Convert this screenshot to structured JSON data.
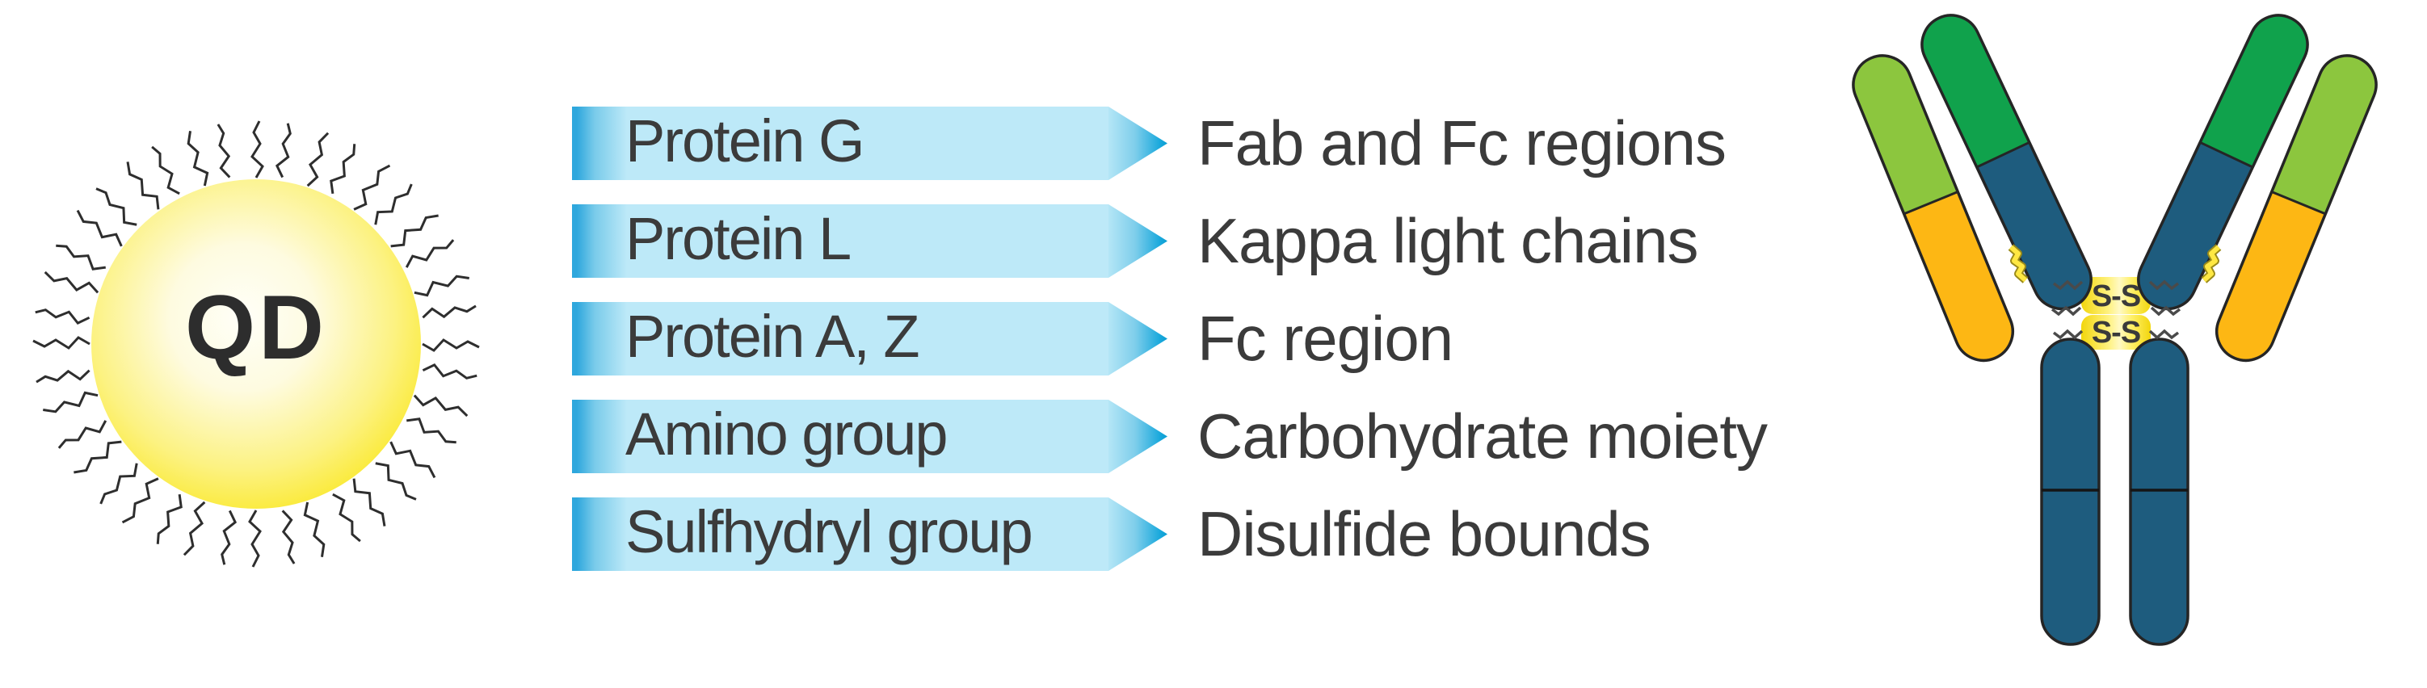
{
  "diagram": {
    "qd_label": "QD",
    "mappings": [
      {
        "probe": "Protein G",
        "target": "Fab and Fc regions"
      },
      {
        "probe": "Protein L",
        "target": "Kappa light chains"
      },
      {
        "probe": "Protein A, Z",
        "target": "Fc region"
      },
      {
        "probe": "Amino group",
        "target": "Carbohydrate moiety"
      },
      {
        "probe": "Sulfhydryl group",
        "target": "Disulfide bounds"
      }
    ],
    "antibody": {
      "ss_top": "S-S",
      "ss_bottom": "S-S"
    },
    "colors": {
      "arrow_body_light": "#BDE9F8",
      "arrow_left_edge": "#2EA7DD",
      "arrow_tip_dark": "#0C9ED2",
      "sphere_yellow": "#F7E205",
      "hinge_yellow": "#FFE843",
      "heavy_chain_blue": "#1E5C7E",
      "variable_region_green": "#10A24C",
      "light_chain_lime": "#8CC63E",
      "light_chain_orange": "#FDB714",
      "text_gray": "#3B3B3B"
    }
  }
}
